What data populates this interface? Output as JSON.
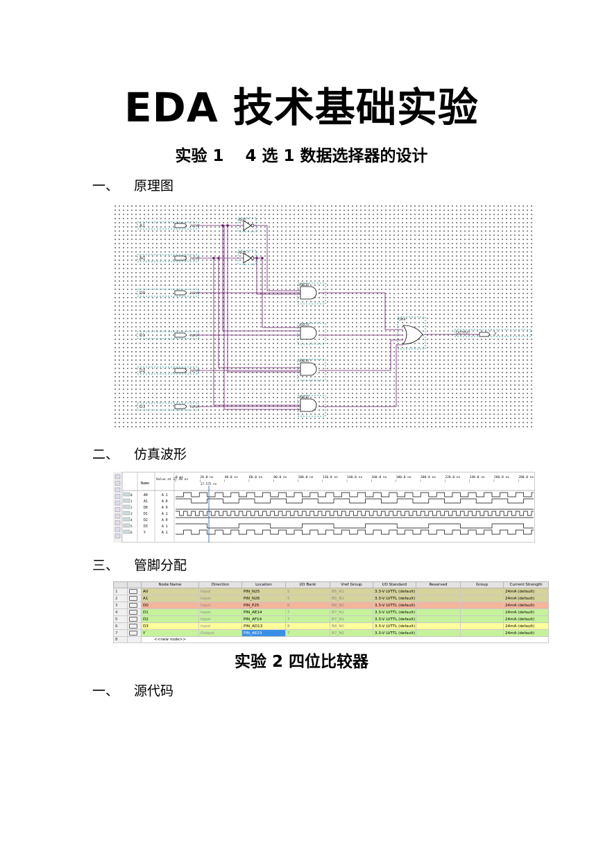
{
  "title": "EDA 技术基础实验",
  "exp1": {
    "title": "实验 1　 4 选 1 数据选择器的设计",
    "sections": [
      {
        "num": "一、",
        "label": "原理图"
      },
      {
        "num": "二、",
        "label": "仿真波形"
      },
      {
        "num": "三、",
        "label": "管脚分配"
      }
    ],
    "schematic": {
      "inputs": [
        "A1",
        "A0",
        "D0",
        "D1",
        "D2",
        "D3"
      ],
      "input_tag": "INPUT",
      "not_label": "NOT",
      "and_label": "AND3",
      "or_label": "OR4",
      "output_tag": "OUTPUT",
      "output_name": "Y"
    },
    "waveform": {
      "name_header": "Name",
      "value_header": "Value at 27.58 ns",
      "cursor_label": "27.575 ns",
      "time_ticks": [
        "0 ps",
        "20.0 ns",
        "40.0 ns",
        "60.0 ns",
        "80.0 ns",
        "100.0 ns",
        "120.0 ns",
        "140.0 ns",
        "160.0 ns",
        "180.0 ns",
        "200.0 ns",
        "220.0 ns",
        "240.0 ns",
        "260.0 ns",
        "280.0 ns"
      ],
      "signals": [
        {
          "idx": "0",
          "name": "A0",
          "value": "A 1"
        },
        {
          "idx": "1",
          "name": "A1",
          "value": "A 0"
        },
        {
          "idx": "2",
          "name": "D0",
          "value": "A 0"
        },
        {
          "idx": "3",
          "name": "D1",
          "value": "A 1"
        },
        {
          "idx": "4",
          "name": "D2",
          "value": "A 0"
        },
        {
          "idx": "5",
          "name": "D3",
          "value": "A 1"
        },
        {
          "idx": "6",
          "name": "Y",
          "value": "A 1"
        }
      ],
      "tool_icons": [
        "pointer-icon",
        "text-icon",
        "marquee-icon",
        "zoom-icon",
        "fullscreen-icon",
        "find-icon",
        "replace-icon",
        "arrow-icon",
        "snap-icon",
        "sort-icon"
      ]
    },
    "pin_table": {
      "headers": [
        "",
        "",
        "Node Name",
        "Direction",
        "Location",
        "I/O Bank",
        "Vref Group",
        "I/O Standard",
        "Reserved",
        "Group",
        "Current Strength"
      ],
      "rows": [
        {
          "idx": "1",
          "name": "A0",
          "direction": "Input",
          "location": "PIN_N25",
          "bank": "5",
          "vref": "B5_N1",
          "standard": "3.3-V LVTTL (default)",
          "reserved": "",
          "group": "",
          "current": "24mA (default)",
          "color": "#d6d39b"
        },
        {
          "idx": "2",
          "name": "A1",
          "direction": "Input",
          "location": "PIN_N26",
          "bank": "5",
          "vref": "B5_N1",
          "standard": "3.3-V LVTTL (default)",
          "reserved": "",
          "group": "",
          "current": "24mA (default)",
          "color": "#d6d39b"
        },
        {
          "idx": "3",
          "name": "D0",
          "direction": "Input",
          "location": "PIN_P25",
          "bank": "6",
          "vref": "B6_N0",
          "standard": "3.3-V LVTTL (default)",
          "reserved": "",
          "group": "",
          "current": "24mA (default)",
          "color": "#f3b59c"
        },
        {
          "idx": "4",
          "name": "D1",
          "direction": "Input",
          "location": "PIN_AE14",
          "bank": "7",
          "vref": "B7_N1",
          "standard": "3.3-V LVTTL (default)",
          "reserved": "",
          "group": "",
          "current": "24mA (default)",
          "color": "#c6f29b"
        },
        {
          "idx": "5",
          "name": "D2",
          "direction": "Input",
          "location": "PIN_AF14",
          "bank": "7",
          "vref": "B7_N1",
          "standard": "3.3-V LVTTL (default)",
          "reserved": "",
          "group": "",
          "current": "24mA (default)",
          "color": "#c6f29b"
        },
        {
          "idx": "6",
          "name": "D3",
          "direction": "Input",
          "location": "PIN_AD13",
          "bank": "8",
          "vref": "B8_N0",
          "standard": "3.3-V LVTTL (default)",
          "reserved": "",
          "group": "",
          "current": "24mA (default)",
          "color": "#ffff9b"
        },
        {
          "idx": "7",
          "name": "Y",
          "direction": "Output",
          "location": "PIN_AE23",
          "bank": "7",
          "vref": "B7_N0",
          "standard": "3.3-V LVTTL (default)",
          "reserved": "",
          "group": "",
          "current": "24mA (default)",
          "color": "#c6f29b"
        }
      ],
      "new_row": {
        "idx": "8",
        "label": "<<new node>>"
      }
    }
  },
  "exp2": {
    "title": "实验 2  四位比较器",
    "sections": [
      {
        "num": "一、",
        "label": "源代码"
      }
    ]
  }
}
